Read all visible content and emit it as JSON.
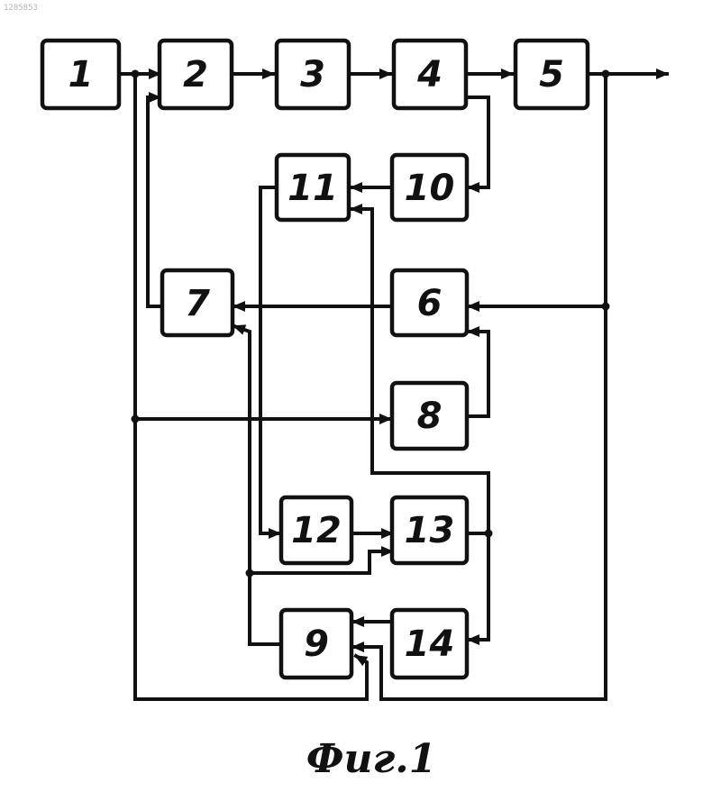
{
  "corner_mark": "1285853",
  "caption": "Фиг.1",
  "blocks": [
    {
      "id": "b1",
      "label": "1"
    },
    {
      "id": "b2",
      "label": "2"
    },
    {
      "id": "b3",
      "label": "3"
    },
    {
      "id": "b4",
      "label": "4"
    },
    {
      "id": "b5",
      "label": "5"
    },
    {
      "id": "b6",
      "label": "6"
    },
    {
      "id": "b7",
      "label": "7"
    },
    {
      "id": "b8",
      "label": "8"
    },
    {
      "id": "b9",
      "label": "9"
    },
    {
      "id": "b10",
      "label": "10"
    },
    {
      "id": "b11",
      "label": "11"
    },
    {
      "id": "b12",
      "label": "12"
    },
    {
      "id": "b13",
      "label": "13"
    },
    {
      "id": "b14",
      "label": "14"
    }
  ]
}
